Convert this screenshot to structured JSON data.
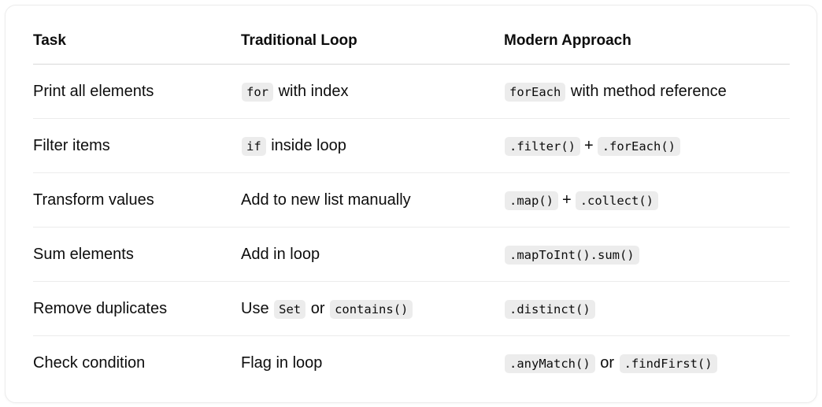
{
  "table": {
    "headers": [
      "Task",
      "Traditional Loop",
      "Modern Approach"
    ],
    "rows": [
      {
        "task": "Print all elements",
        "traditional": {
          "code1": "for",
          "text1": "with index"
        },
        "modern": {
          "code1": "forEach",
          "text1": "with method reference"
        }
      },
      {
        "task": "Filter items",
        "traditional": {
          "code1": "if",
          "text1": "inside loop"
        },
        "modern": {
          "code1": ".filter()",
          "sep": "+",
          "code2": ".forEach()"
        }
      },
      {
        "task": "Transform values",
        "traditional": {
          "text1": "Add to new list manually"
        },
        "modern": {
          "code1": ".map()",
          "sep": "+",
          "code2": ".collect()"
        }
      },
      {
        "task": "Sum elements",
        "traditional": {
          "text1": "Add in loop"
        },
        "modern": {
          "code1": ".mapToInt().sum()"
        }
      },
      {
        "task": "Remove duplicates",
        "traditional": {
          "pre": "Use",
          "code1": "Set",
          "mid": "or",
          "code2": "contains()"
        },
        "modern": {
          "code1": ".distinct()"
        }
      },
      {
        "task": "Check condition",
        "traditional": {
          "text1": "Flag in loop"
        },
        "modern": {
          "code1": ".anyMatch()",
          "mid": "or",
          "code2": ".findFirst()"
        }
      }
    ]
  }
}
